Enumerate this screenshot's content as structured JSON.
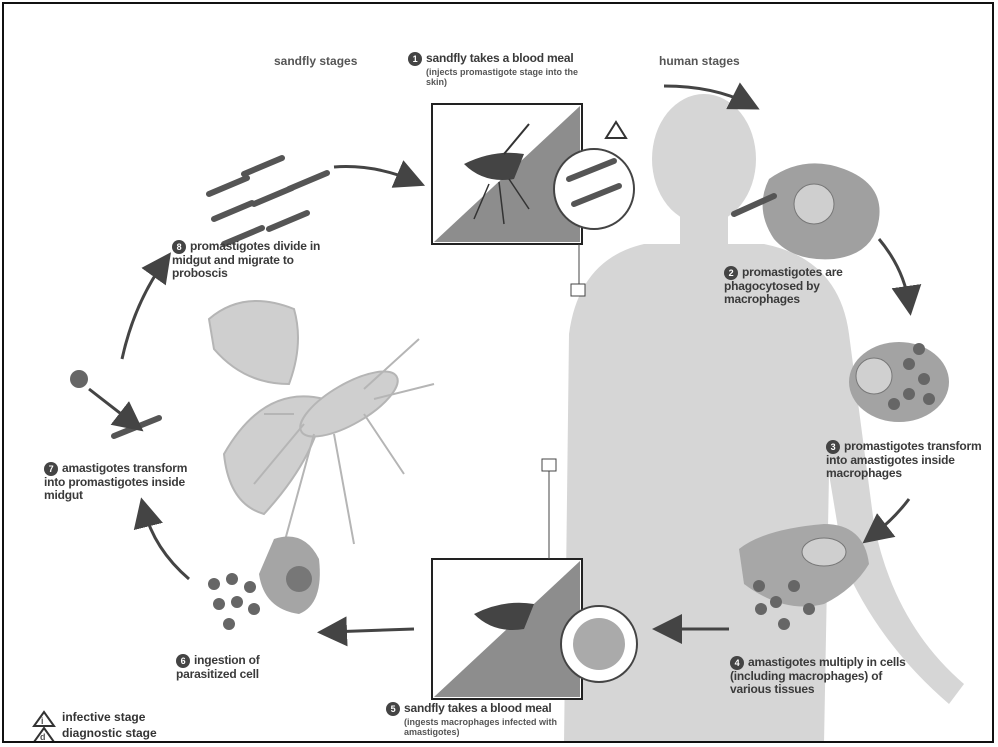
{
  "headings": {
    "sandfly": "sandfly stages",
    "human": "human stages"
  },
  "stages": [
    {
      "num": "1",
      "text": "sandfly takes a blood meal",
      "sub": "(injects promastigote stage into the skin)"
    },
    {
      "num": "2",
      "text": "promastigotes are phagocytosed by macrophages"
    },
    {
      "num": "3",
      "text": "promastigotes transform into amastigotes inside macrophages"
    },
    {
      "num": "4",
      "text": "amastigotes multiply in cells (including macrophages) of various tissues"
    },
    {
      "num": "5",
      "text": "sandfly takes a blood meal",
      "sub": "(ingests macrophages infected with amastigotes)"
    },
    {
      "num": "6",
      "text": "ingestion of parasitized cell"
    },
    {
      "num": "7",
      "text": "amastigotes transform into promastigotes inside midgut"
    },
    {
      "num": "8",
      "text": "promastigotes divide in midgut and migrate to proboscis"
    }
  ],
  "legend": {
    "infective_symbol": "i",
    "infective": "infective stage",
    "diagnostic_symbol": "d",
    "diagnostic": "diagnostic stage"
  },
  "colors": {
    "silhouette": "#d2d2d2",
    "arrow": "#444444",
    "cell": "#9a9a9a",
    "nucleus": "#6e6e6e"
  }
}
